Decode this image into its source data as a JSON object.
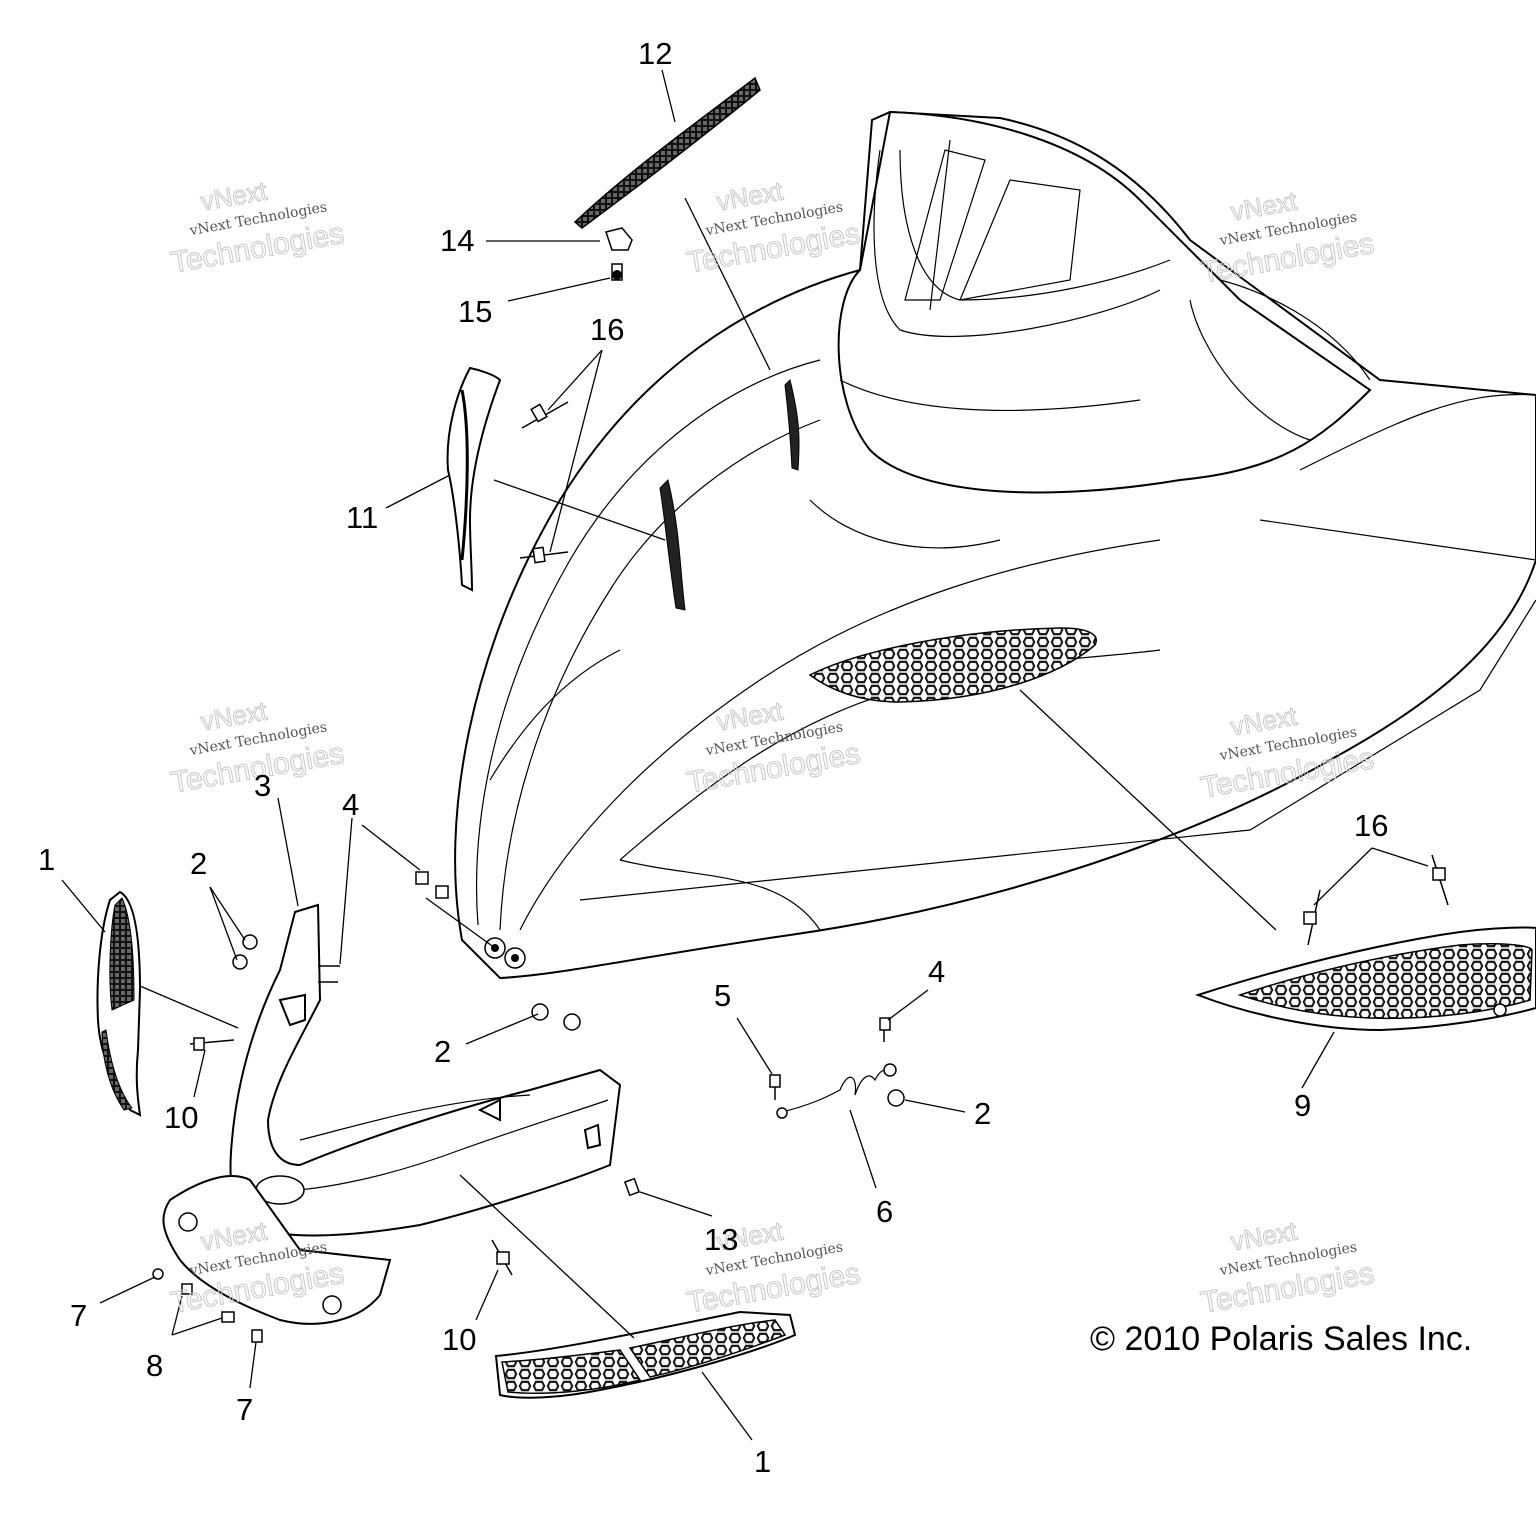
{
  "callouts": [
    {
      "id": "c12",
      "text": "12"
    },
    {
      "id": "c14",
      "text": "14"
    },
    {
      "id": "c15",
      "text": "15"
    },
    {
      "id": "c16a",
      "text": "16"
    },
    {
      "id": "c11",
      "text": "11"
    },
    {
      "id": "c3",
      "text": "3"
    },
    {
      "id": "c4a",
      "text": "4"
    },
    {
      "id": "c1a",
      "text": "1"
    },
    {
      "id": "c2a",
      "text": "2"
    },
    {
      "id": "c2b",
      "text": "2"
    },
    {
      "id": "c10a",
      "text": "10"
    },
    {
      "id": "c5",
      "text": "5"
    },
    {
      "id": "c4b",
      "text": "4"
    },
    {
      "id": "c2c",
      "text": "2"
    },
    {
      "id": "c6",
      "text": "6"
    },
    {
      "id": "c16b",
      "text": "16"
    },
    {
      "id": "c9",
      "text": "9"
    },
    {
      "id": "c13",
      "text": "13"
    },
    {
      "id": "c7a",
      "text": "7"
    },
    {
      "id": "c8",
      "text": "8"
    },
    {
      "id": "c7b",
      "text": "7"
    },
    {
      "id": "c10b",
      "text": "10"
    },
    {
      "id": "c1b",
      "text": "1"
    }
  ],
  "watermark": {
    "line1": "vNext",
    "line2": "vNext Technologies",
    "line3": "Technologies"
  },
  "copyright": "© 2010 Polaris Sales Inc."
}
